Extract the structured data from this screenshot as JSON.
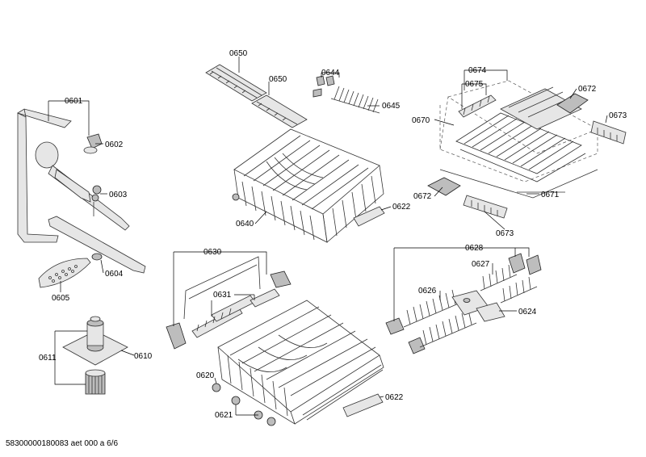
{
  "footer": "58300000180083 aet 000 a 6/6",
  "labels": {
    "p0650a": "0650",
    "p0650b": "0650",
    "p0644": "0644",
    "p0645": "0645",
    "p0640": "0640",
    "p0622a": "0622",
    "p0674": "0674",
    "p0675": "0675",
    "p0672a": "0672",
    "p0673a": "0673",
    "p0670": "0670",
    "p0672b": "0672",
    "p0671": "0671",
    "p0673b": "0673",
    "p0601": "0601",
    "p0602": "0602",
    "p0603": "0603",
    "p0604": "0604",
    "p0605": "0605",
    "p0611": "0611",
    "p0610": "0610",
    "p0630": "0630",
    "p0631": "0631",
    "p0620": "0620",
    "p0621": "0621",
    "p0622b": "0622",
    "p0628": "0628",
    "p0627": "0627",
    "p0626": "0626",
    "p0624": "0624"
  }
}
